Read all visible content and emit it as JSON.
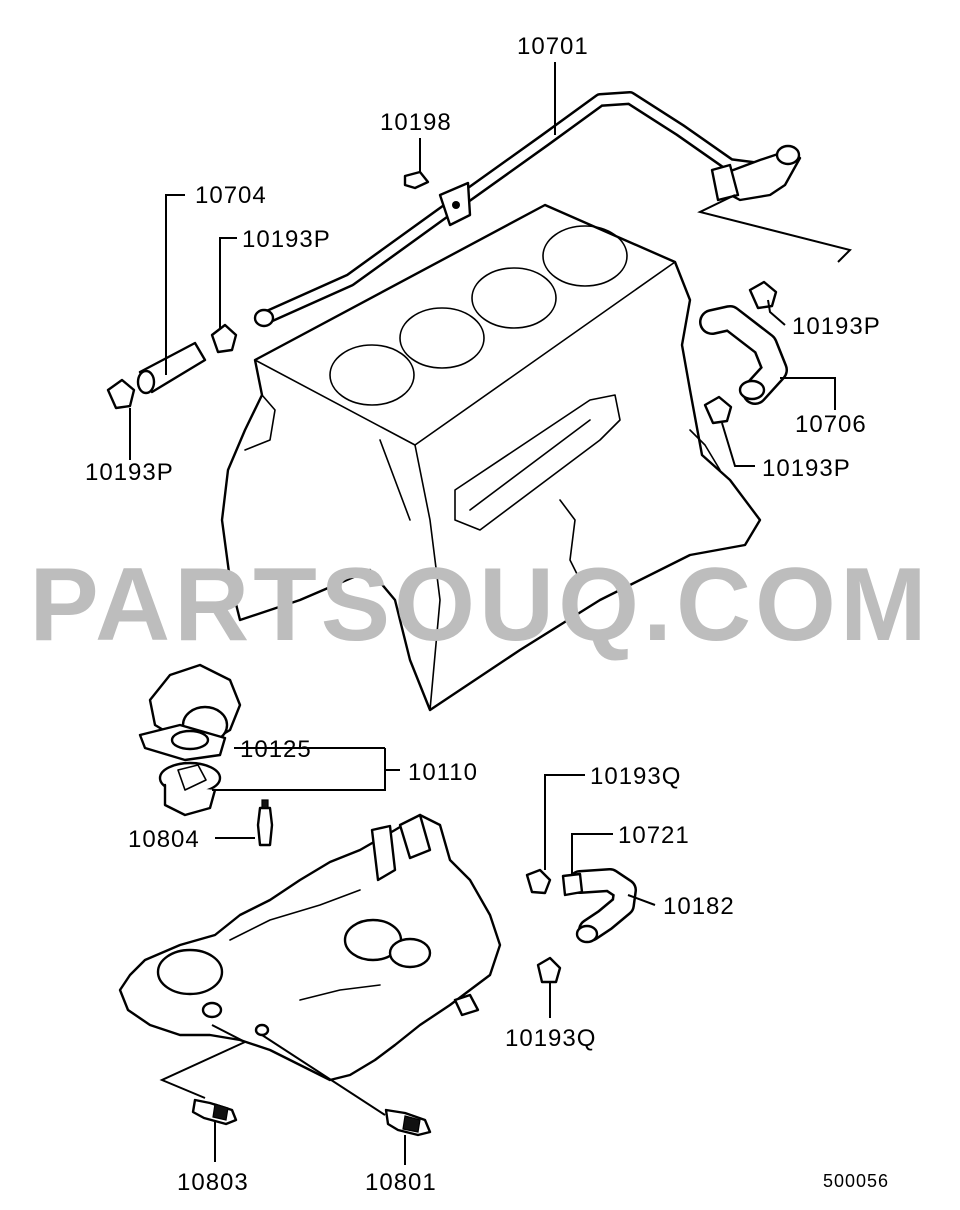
{
  "diagram": {
    "diagram_id": "500056",
    "watermark": "PARTSOUQ.COM",
    "callouts": {
      "c10701": "10701",
      "c10198": "10198",
      "c10704": "10704",
      "c10193p_top": "10193P",
      "c10193p_left": "10193P",
      "c10193p_right_top": "10193P",
      "c10706": "10706",
      "c10193p_right_bottom": "10193P",
      "c10125": "10125",
      "c10110": "10110",
      "c10804": "10804",
      "c10193q_top": "10193Q",
      "c10721": "10721",
      "c10182": "10182",
      "c10193q_bottom": "10193Q",
      "c10803": "10803",
      "c10801": "10801"
    }
  }
}
